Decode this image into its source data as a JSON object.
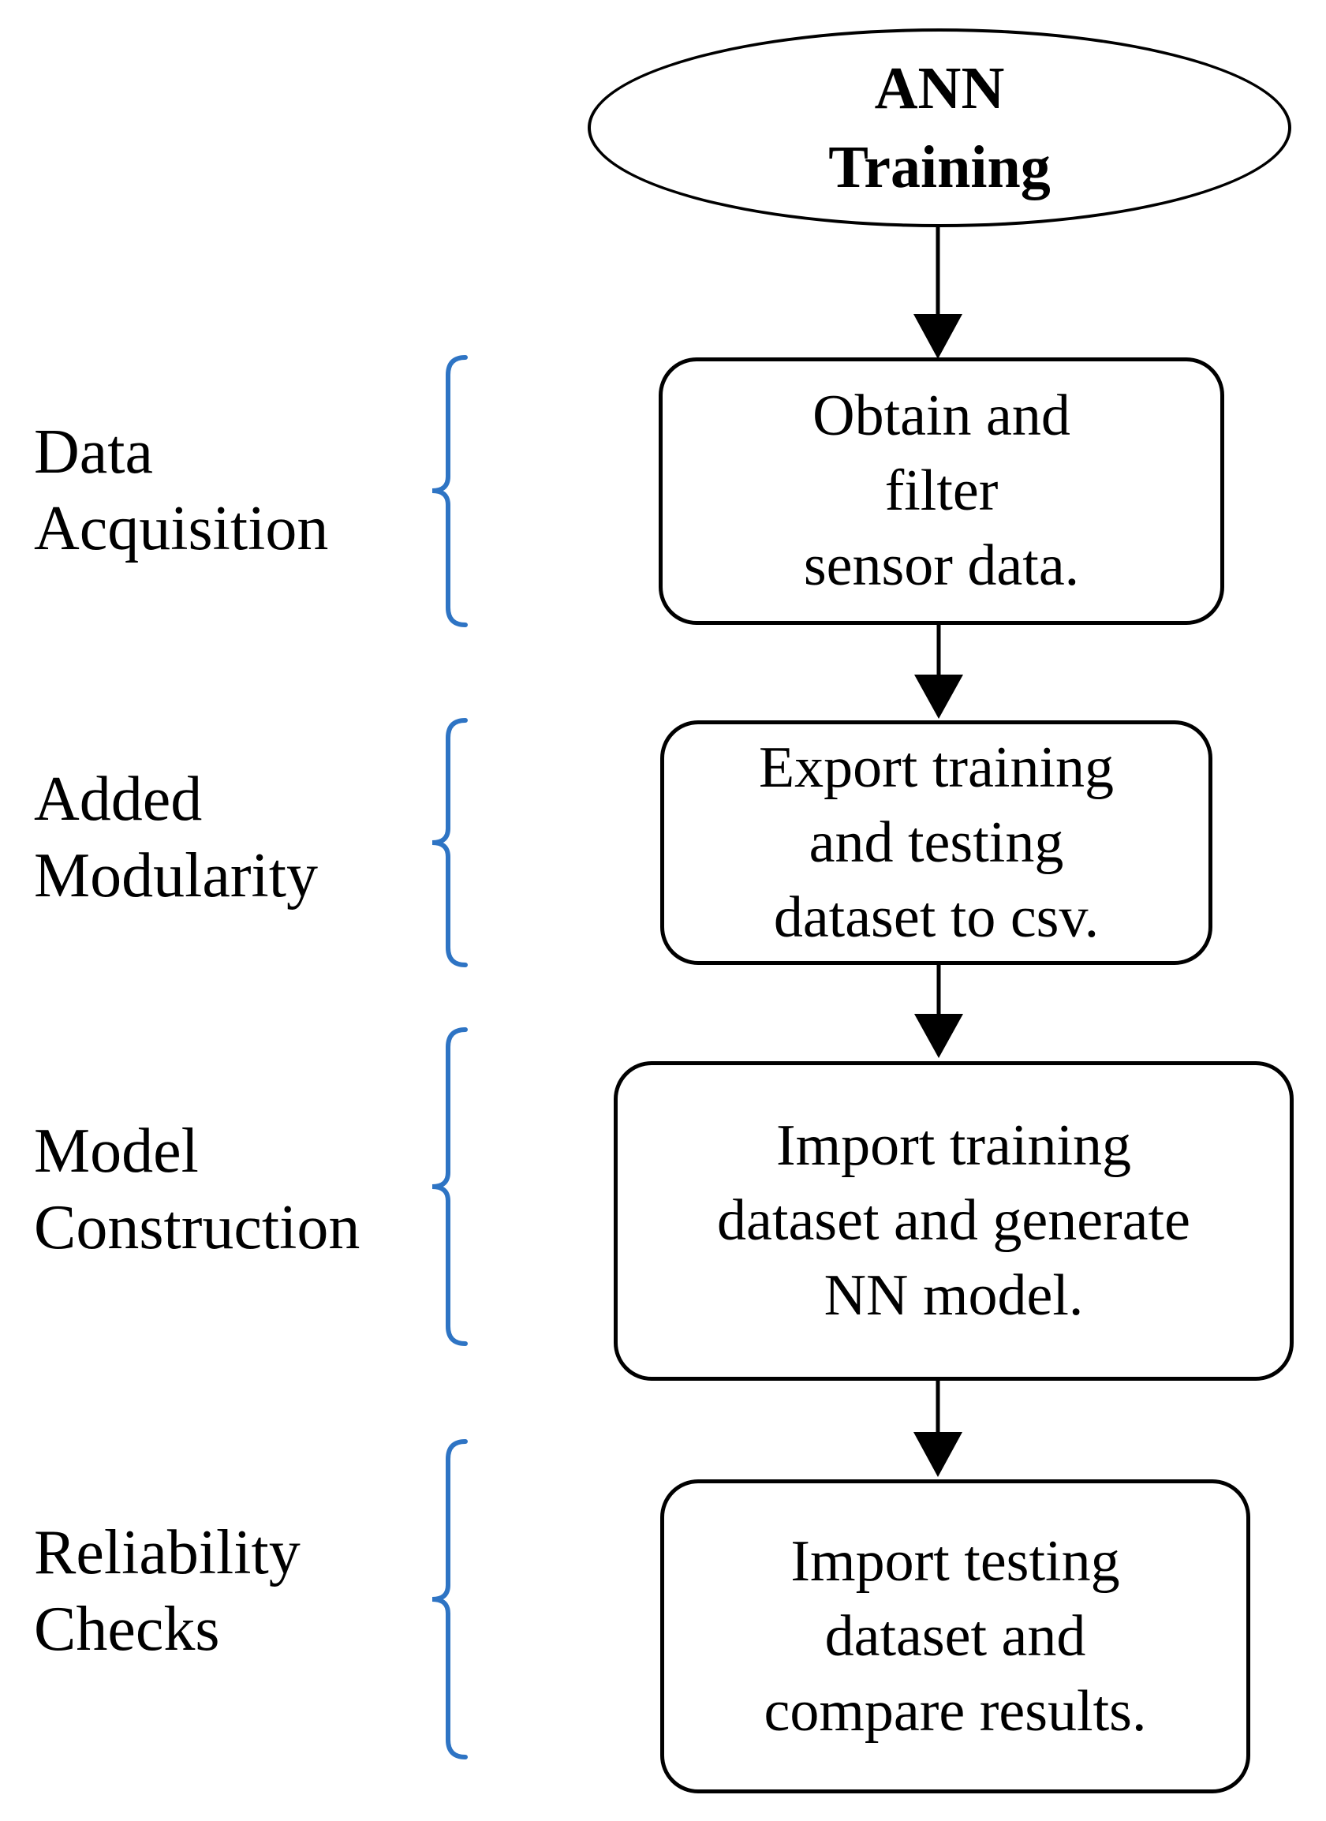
{
  "flowchart": {
    "title": {
      "lines": [
        "ANN",
        "Training"
      ]
    },
    "stages": [
      {
        "label_lines": [
          "Data",
          "Acquisition"
        ],
        "box_lines": [
          "Obtain and",
          "filter",
          "sensor data."
        ]
      },
      {
        "label_lines": [
          "Added",
          "Modularity"
        ],
        "box_lines": [
          "Export training",
          "and testing",
          "dataset to csv."
        ]
      },
      {
        "label_lines": [
          "Model",
          "Construction"
        ],
        "box_lines": [
          "Import training",
          "dataset and generate",
          "NN model."
        ]
      },
      {
        "label_lines": [
          "Reliability",
          "Checks"
        ],
        "box_lines": [
          "Import testing",
          "dataset and",
          "compare results."
        ]
      }
    ],
    "colors": {
      "bracket_blue": "#2E74C4",
      "stroke_black": "#000000",
      "background": "#FFFFFF"
    },
    "icons": {
      "arrow": "arrow-down-icon",
      "bracket": "left-curly-brace-icon"
    }
  }
}
